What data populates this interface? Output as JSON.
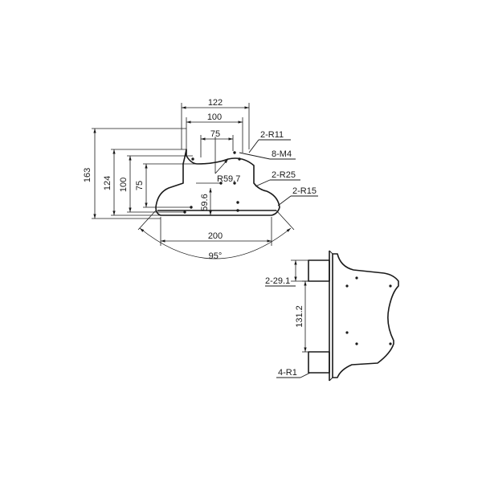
{
  "front_view": {
    "width_122": "122",
    "width_100": "100",
    "width_75": "75",
    "height_163": "163",
    "height_124": "124",
    "height_100": "100",
    "height_75": "75",
    "height_59_6": "59.6",
    "radius_59_7": "R59.7",
    "base_width_200": "200",
    "angle_95": "95°",
    "callout_2_r11": "2-R11",
    "callout_8_m4": "8-M4",
    "callout_2_r25": "2-R25",
    "callout_2_r15": "2-R15"
  },
  "side_view": {
    "offset_29_1": "2-29.1",
    "height_131_2": "131.2",
    "callout_4_r1": "4-R1"
  }
}
